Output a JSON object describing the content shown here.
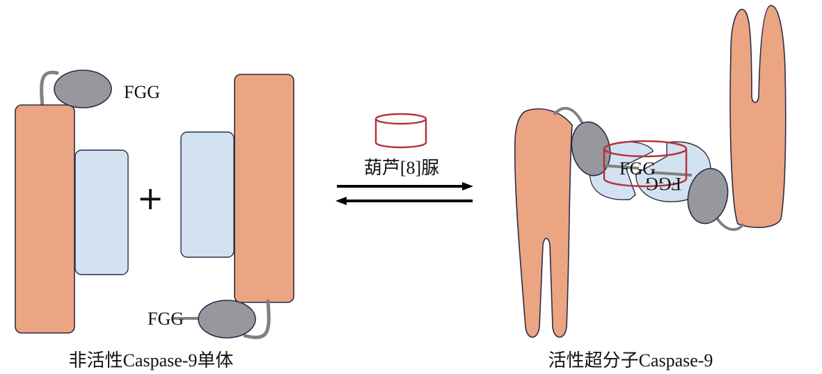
{
  "colors": {
    "domain_fill": "#eba583",
    "domain_stroke": "#2b2b45",
    "light_domain_fill": "#d3e2f1",
    "ellipse_fill": "#96989d",
    "linker": "#808080",
    "macrocycle": "#b4343a",
    "arrow": "#000000"
  },
  "left": {
    "tag_top": "FGG",
    "tag_bottom": "FGG",
    "plus": "+",
    "caption": "非活性Caspase-9单体"
  },
  "arrow": {
    "reagent": "葫芦[8]脲",
    "reagent_icon": "cylinder-icon"
  },
  "right": {
    "tag_center": "FGG",
    "caption": "活性超分子Caspase-9"
  }
}
